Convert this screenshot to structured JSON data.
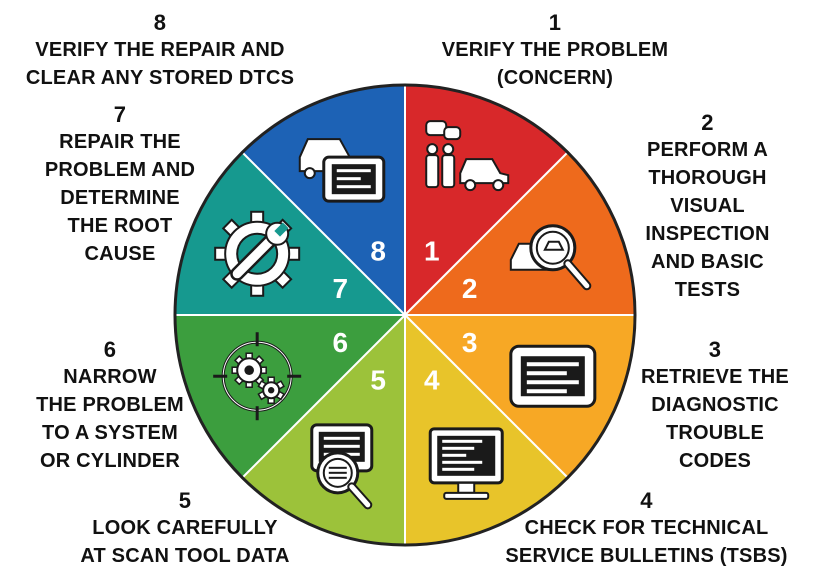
{
  "steps": [
    {
      "number": "1",
      "text": "VERIFY THE PROBLEM\n(CONCERN)",
      "color": "#d8282a",
      "icon": "people-car-icon"
    },
    {
      "number": "2",
      "text": "PERFORM A\nTHOROUGH\nVISUAL\nINSPECTION\nAND BASIC\nTESTS",
      "color": "#ee6a1c",
      "icon": "car-magnifier-icon"
    },
    {
      "number": "3",
      "text": "RETRIEVE THE\nDIAGNOSTIC\nTROUBLE\nCODES",
      "color": "#f7a825",
      "icon": "scan-tool-icon"
    },
    {
      "number": "4",
      "text": "CHECK FOR TECHNICAL\nSERVICE BULLETINS (TSBS)",
      "color": "#e8c42a",
      "icon": "monitor-icon"
    },
    {
      "number": "5",
      "text": "LOOK CAREFULLY\nAT SCAN TOOL DATA",
      "color": "#9cc23a",
      "icon": "scan-data-magnifier-icon"
    },
    {
      "number": "6",
      "text": "NARROW\nTHE PROBLEM\nTO A SYSTEM\nOR CYLINDER",
      "color": "#3c9e3e",
      "icon": "gears-target-icon"
    },
    {
      "number": "7",
      "text": "REPAIR THE\nPROBLEM AND\nDETERMINE\nTHE ROOT\nCAUSE",
      "color": "#16998f",
      "icon": "wrench-gear-icon"
    },
    {
      "number": "8",
      "text": "VERIFY THE REPAIR AND\nCLEAR ANY STORED DTCS",
      "color": "#1d62b5",
      "icon": "car-scan-tool-icon"
    }
  ]
}
